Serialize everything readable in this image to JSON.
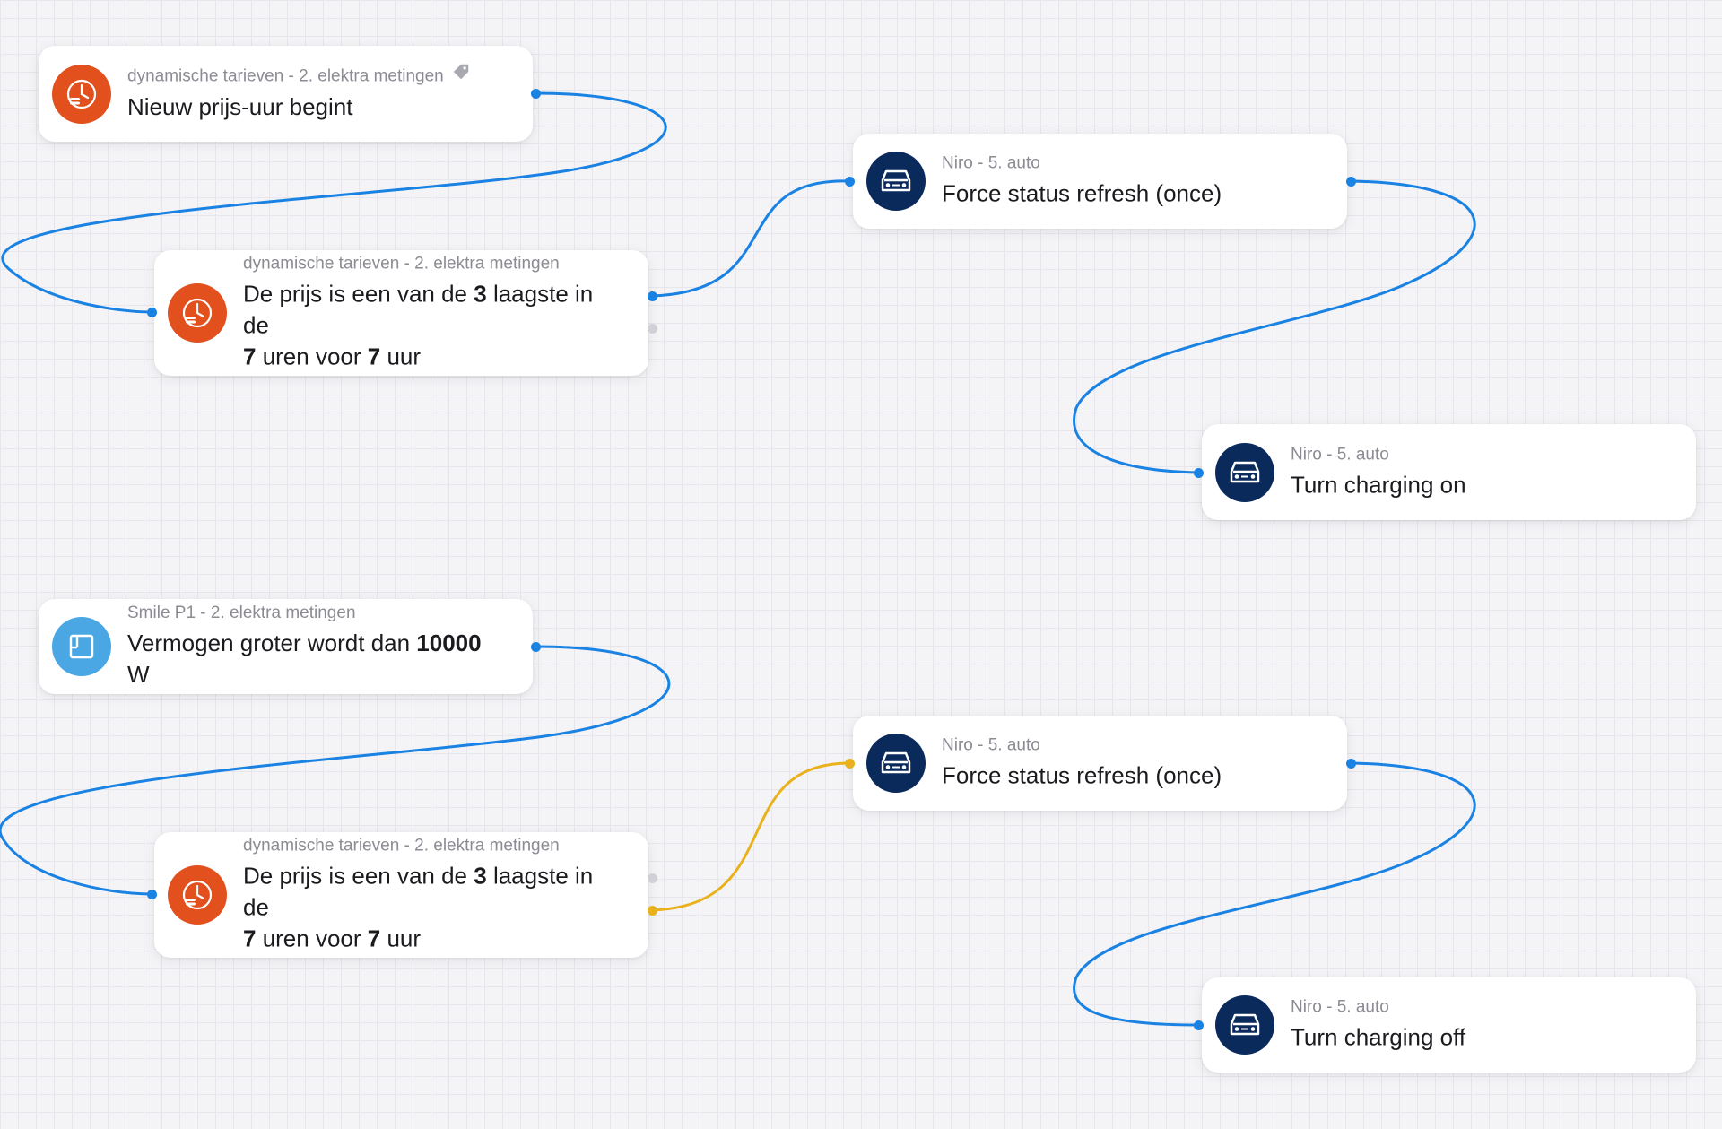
{
  "colors": {
    "wire_blue": "#1a82e2",
    "wire_yellow": "#e9b21c",
    "tariff_orange": "#e2501e",
    "car_navy": "#0b2a5c",
    "smile_blue": "#4aa7e4"
  },
  "cards": {
    "trigger1": {
      "subtitle": "dynamische tarieven - 2. elektra metingen",
      "icon": "tariff-clock-icon",
      "title": "Nieuw prijs-uur begint"
    },
    "cond1": {
      "subtitle": "dynamische tarieven - 2. elektra metingen",
      "icon": "tariff-clock-icon",
      "t1": "De prijs is een van de ",
      "t1b": "3",
      "t2": " laagste in de",
      "t3b": "7",
      "t4": " uren voor ",
      "t4b": "7",
      "t5": " uur"
    },
    "action1": {
      "subtitle": "Niro - 5. auto",
      "icon": "car-icon",
      "title": "Force status refresh (once)"
    },
    "action2": {
      "subtitle": "Niro - 5. auto",
      "icon": "car-icon",
      "title": "Turn charging on"
    },
    "trigger2": {
      "subtitle": "Smile P1 - 2. elektra metingen",
      "icon": "meter-box-icon",
      "t1": "Vermogen groter wordt dan ",
      "t1b": "10000",
      "t2": " W"
    },
    "cond2": {
      "subtitle": "dynamische tarieven - 2. elektra metingen",
      "icon": "tariff-clock-icon",
      "t1": "De prijs is een van de ",
      "t1b": "3",
      "t2": " laagste in de",
      "t3b": "7",
      "t4": " uren voor ",
      "t4b": "7",
      "t5": " uur"
    },
    "action3": {
      "subtitle": "Niro - 5. auto",
      "icon": "car-icon",
      "title": "Force status refresh (once)"
    },
    "action4": {
      "subtitle": "Niro - 5. auto",
      "icon": "car-icon",
      "title": "Turn charging off"
    }
  }
}
